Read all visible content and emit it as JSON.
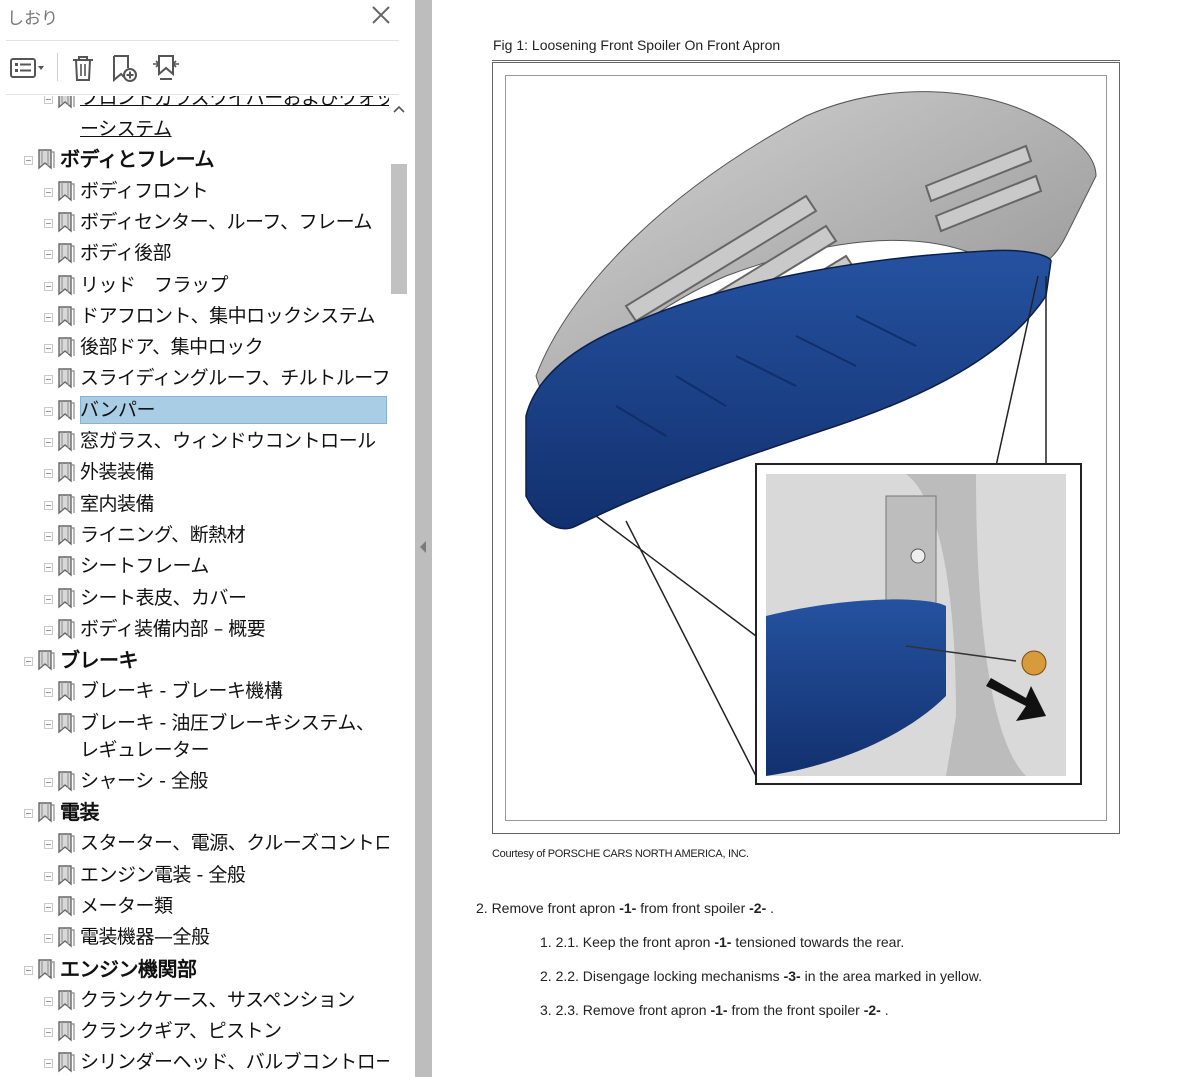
{
  "panel": {
    "title": "しおり",
    "toolbar": {
      "options_icon": "list-options-icon",
      "delete_icon": "trash-icon",
      "add_icon": "add-bookmark-icon",
      "tag_icon": "tag-bookmark-icon"
    },
    "items": [
      {
        "label": "フロントガラスワイパーおよびウォッシャーシステム",
        "level": 1,
        "partial": true
      },
      {
        "label": "ーシステム",
        "level": 1,
        "continuation": true
      },
      {
        "label": "ボディとフレーム",
        "level": 0
      },
      {
        "label": "ボディフロント",
        "level": 1
      },
      {
        "label": "ボディセンター、ルーフ、フレーム",
        "level": 1
      },
      {
        "label": "ボディ後部",
        "level": 1
      },
      {
        "label": "リッド　フラップ",
        "level": 1
      },
      {
        "label": "ドアフロント、集中ロックシステム",
        "level": 1
      },
      {
        "label": "後部ドア、集中ロック",
        "level": 1
      },
      {
        "label": "スライディングルーフ、チルトルーフ",
        "level": 1
      },
      {
        "label": "バンパー",
        "level": 1,
        "selected": true
      },
      {
        "label": "窓ガラス、ウィンドウコントロール",
        "level": 1
      },
      {
        "label": "外装装備",
        "level": 1
      },
      {
        "label": "室内装備",
        "level": 1
      },
      {
        "label": "ライニング、断熱材",
        "level": 1
      },
      {
        "label": "シートフレーム",
        "level": 1
      },
      {
        "label": "シート表皮、カバー",
        "level": 1
      },
      {
        "label": "ボディ装備内部 – 概要",
        "level": 1
      },
      {
        "label": "ブレーキ",
        "level": 0
      },
      {
        "label": "ブレーキ - ブレーキ機構",
        "level": 1
      },
      {
        "label": "ブレーキ - 油圧ブレーキシステム、レギュレーター",
        "level": 1,
        "wrap": true
      },
      {
        "label": "シャーシ - 全般",
        "level": 1
      },
      {
        "label": "電装",
        "level": 0
      },
      {
        "label": "スターター、電源、クルーズコントロール",
        "level": 1
      },
      {
        "label": "エンジン電装 - 全般",
        "level": 1
      },
      {
        "label": "メーター類",
        "level": 1
      },
      {
        "label": "電装機器—全般",
        "level": 1
      },
      {
        "label": "エンジン機関部",
        "level": 0
      },
      {
        "label": "クランクケース、サスペンション",
        "level": 1
      },
      {
        "label": "クランクギア、ピストン",
        "level": 1
      },
      {
        "label": "シリンダーヘッド、バルブコントロール",
        "level": 1
      }
    ]
  },
  "document": {
    "figure_caption": "Fig 1: Loosening Front Spoiler On Front Apron",
    "credit": "Courtesy of PORSCHE CARS NORTH AMERICA, INC.",
    "step": {
      "prefix": "2. Remove front apron ",
      "ref1": "-1-",
      "mid": " from front spoiler ",
      "ref2": "-2-",
      "suffix": " ."
    },
    "substeps": [
      {
        "prefix": "1. 2.1. Keep the front apron ",
        "ref1": "-1-",
        "mid": " tensioned towards the rear.",
        "ref2": "",
        "suffix": ""
      },
      {
        "prefix": "2. 2.2. Disengage locking mechanisms ",
        "ref1": "-3-",
        "mid": " in the area marked in yellow.",
        "ref2": "",
        "suffix": ""
      },
      {
        "prefix": "3. 2.3. Remove front apron ",
        "ref1": "-1-",
        "mid": " from the front spoiler ",
        "ref2": "-2-",
        "suffix": " ."
      }
    ],
    "colors": {
      "apron_blue": "#1d3f86",
      "bumper_gray": "#a9a9a9"
    }
  }
}
